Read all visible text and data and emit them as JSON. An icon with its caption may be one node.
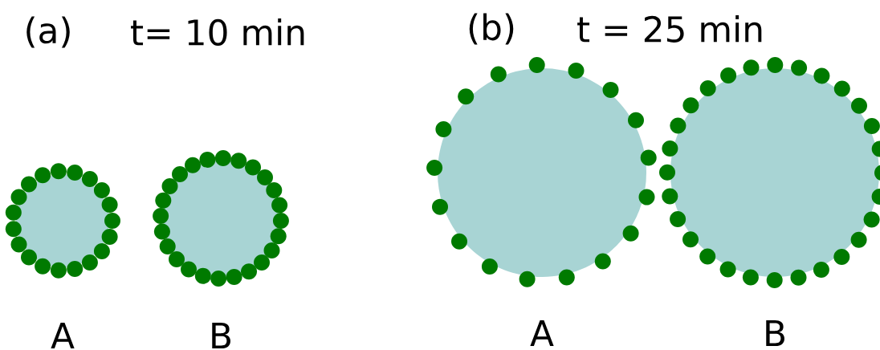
{
  "diagram": {
    "nodes": [
      {
        "text": [],
        "shape": "circle",
        "beside": [
          "A"
        ]
      },
      {
        "text": [],
        "shape": "circle",
        "beside": [
          "B"
        ]
      },
      {
        "text": [],
        "shape": "circle",
        "beside": [
          "A"
        ]
      },
      {
        "text": [],
        "shape": "circle",
        "beside": [
          "B"
        ]
      }
    ],
    "labels": [
      "(a)",
      "t= 10 min",
      "(b)",
      "t = 25 min"
    ]
  }
}
